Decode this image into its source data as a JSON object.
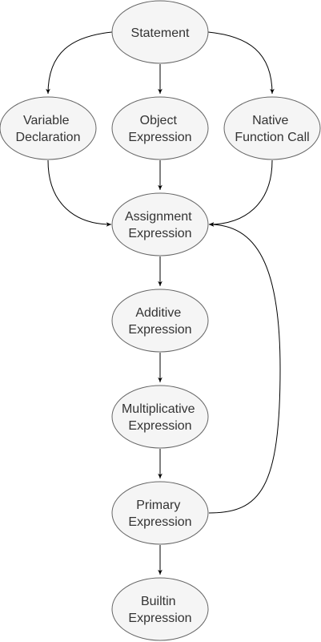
{
  "colors": {
    "node_fill": "#f5f5f5",
    "node_stroke": "#666666",
    "node_text": "#333333",
    "edge": "#000000",
    "background": "#ffffff"
  },
  "nodes": {
    "statement": {
      "lines": [
        "Statement"
      ]
    },
    "variable_declaration": {
      "lines": [
        "Variable",
        "Declaration"
      ]
    },
    "object_expression": {
      "lines": [
        "Object",
        "Expression"
      ]
    },
    "native_function_call": {
      "lines": [
        "Native",
        "Function Call"
      ]
    },
    "assignment_expression": {
      "lines": [
        "Assignment",
        "Expression"
      ]
    },
    "additive_expression": {
      "lines": [
        "Additive",
        "Expression"
      ]
    },
    "multiplicative_expression": {
      "lines": [
        "Multiplicative",
        "Expression"
      ]
    },
    "primary_expression": {
      "lines": [
        "Primary",
        "Expression"
      ]
    },
    "builtin_expression": {
      "lines": [
        "Builtin",
        "Expression"
      ]
    }
  },
  "edges": [
    {
      "from": "statement",
      "to": "variable_declaration"
    },
    {
      "from": "statement",
      "to": "object_expression"
    },
    {
      "from": "statement",
      "to": "native_function_call"
    },
    {
      "from": "variable_declaration",
      "to": "assignment_expression"
    },
    {
      "from": "object_expression",
      "to": "assignment_expression"
    },
    {
      "from": "native_function_call",
      "to": "assignment_expression"
    },
    {
      "from": "assignment_expression",
      "to": "additive_expression"
    },
    {
      "from": "additive_expression",
      "to": "multiplicative_expression"
    },
    {
      "from": "multiplicative_expression",
      "to": "primary_expression"
    },
    {
      "from": "primary_expression",
      "to": "builtin_expression"
    },
    {
      "from": "primary_expression",
      "to": "assignment_expression"
    }
  ]
}
